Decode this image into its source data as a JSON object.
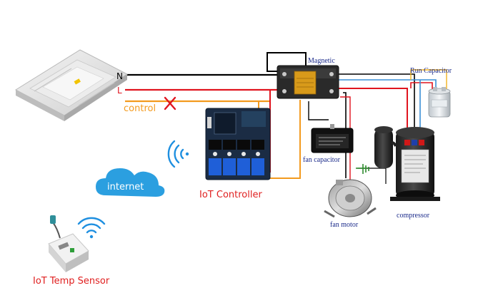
{
  "wires": {
    "neutral": "N",
    "live": "L",
    "control": "control"
  },
  "labels": {
    "magnetic": "Magnetic",
    "run_capacitor": "Run Capacitor",
    "fan_capacitor": "fan capacitor",
    "fan_motor": "fan motor",
    "compressor": "compressor",
    "iot_controller": "IoT Controller",
    "internet": "internet",
    "iot_temp_sensor": "IoT Temp Sensor"
  },
  "colors": {
    "neutral_wire": "#000000",
    "live_wire": "#e0141e",
    "control_wire": "#f39a1e",
    "blue_wire": "#3a8fd6",
    "cloud": "#2b9fe0",
    "wifi": "#1e8fe0",
    "label_red": "#e02020"
  },
  "icons": {
    "ac_unit": "ceiling-cassette-ac-icon",
    "contactor": "magnetic-contactor-icon",
    "controller": "iot-relay-board-icon",
    "cloud": "cloud-icon",
    "wifi": "wifi-signal-icon",
    "sensor": "temp-sensor-icon",
    "cut": "red-x-cut-icon",
    "ground": "ground-icon"
  }
}
